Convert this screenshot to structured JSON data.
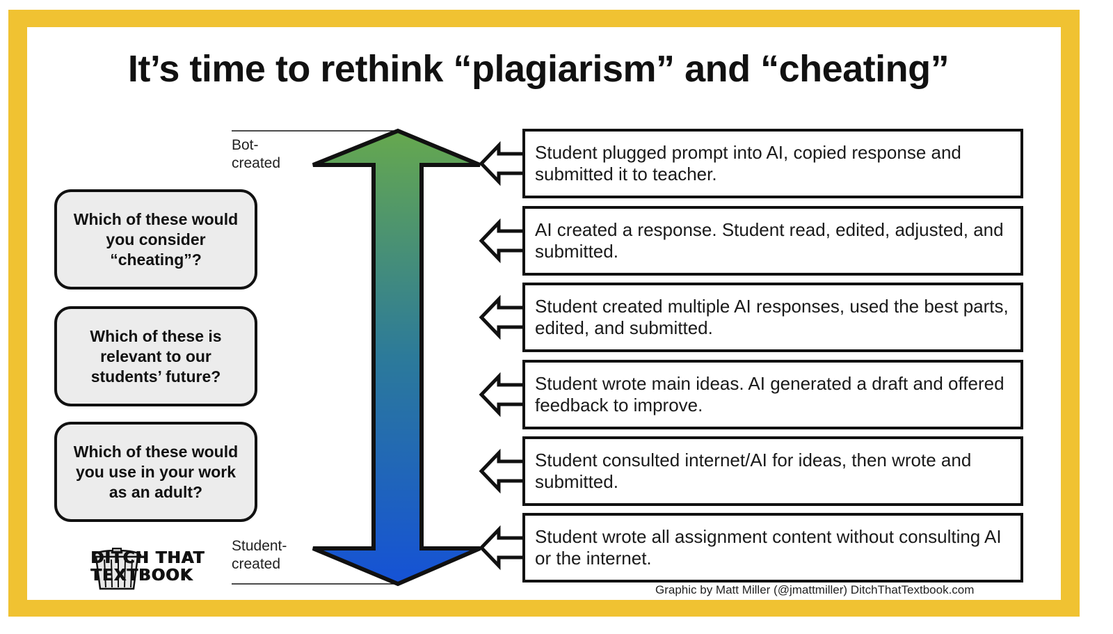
{
  "title": "It’s time to rethink “plagiarism” and “cheating”",
  "scale": {
    "top_label": "Bot-\ncreated",
    "bottom_label": "Student-\ncreated",
    "gradient_top_color": "#66a84e",
    "gradient_bottom_color": "#1552d6"
  },
  "questions": [
    "Which of these would you consider “cheating”?",
    "Which of these is relevant to our students’ future?",
    "Which of these would you use in your work as an adult?"
  ],
  "scenarios": [
    "Student plugged prompt into AI, copied response and submitted it to teacher.",
    "AI created a response. Student read, edited, adjusted, and submitted.",
    "Student created multiple AI responses, used the best parts, edited, and submitted.",
    "Student wrote main ideas. AI generated a draft and offered feedback to improve.",
    "Student consulted internet/AI for ideas, then wrote and submitted.",
    "Student wrote all assignment content without consulting AI or the internet."
  ],
  "logo": {
    "icon": "trash-can-icon",
    "text_line1": "DITCH THAT",
    "text_line2": "TEXTBOOK"
  },
  "credit": "Graphic by Matt Miller (@jmattmiller) DitchThatTextbook.com",
  "colors": {
    "border": "#f0c232",
    "question_fill": "#ececec",
    "outline": "#111111"
  }
}
